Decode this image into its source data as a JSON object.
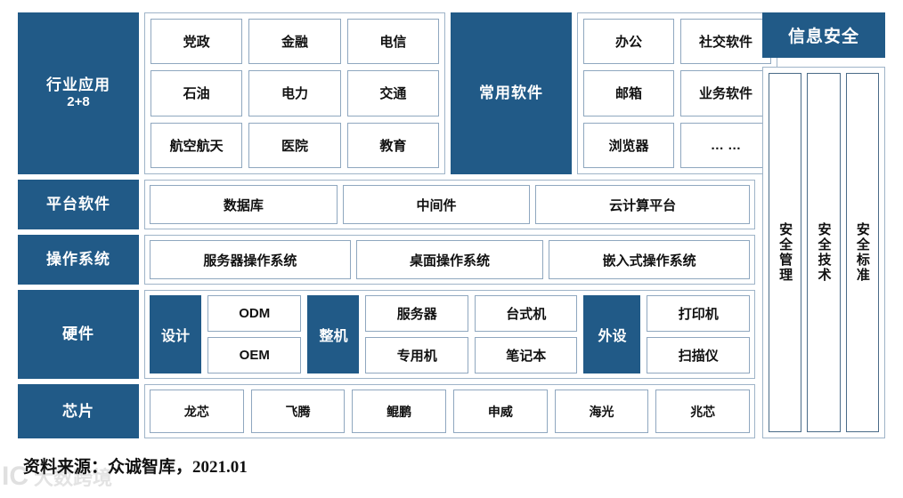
{
  "colors": {
    "brand_blue": "#215A87",
    "box_border": "#8FA7BF",
    "container_border": "#9FB4C8",
    "text_dark": "#111111",
    "watermark_gray": "#E0E0E0"
  },
  "rows": {
    "industry": {
      "label_line1": "行业应用",
      "label_line2": "2+8",
      "items": [
        "党政",
        "金融",
        "电信",
        "石油",
        "电力",
        "交通",
        "航空航天",
        "医院",
        "教育"
      ]
    },
    "software": {
      "label": "常用软件",
      "items": [
        "办公",
        "社交软件",
        "邮箱",
        "业务软件",
        "浏览器",
        "… …"
      ]
    },
    "platform": {
      "label": "平台软件",
      "items": [
        "数据库",
        "中间件",
        "云计算平台"
      ]
    },
    "os": {
      "label": "操作系统",
      "items": [
        "服务器操作系统",
        "桌面操作系统",
        "嵌入式操作系统"
      ]
    },
    "hardware": {
      "label": "硬件",
      "design": {
        "label": "设计",
        "items": [
          "ODM",
          "OEM"
        ]
      },
      "whole_machine": {
        "label": "整机",
        "group_a": [
          "服务器",
          "专用机"
        ],
        "group_b": [
          "台式机",
          "笔记本"
        ]
      },
      "peripheral": {
        "label": "外设",
        "items": [
          "打印机",
          "扫描仪"
        ]
      }
    },
    "chip": {
      "label": "芯片",
      "items": [
        "龙芯",
        "飞腾",
        "鲲鹏",
        "申威",
        "海光",
        "兆芯"
      ]
    }
  },
  "security": {
    "header": "信息安全",
    "columns": [
      "安全管理",
      "安全技术",
      "安全标准"
    ]
  },
  "footer": {
    "source": "资料来源：众诚智库，2021.01"
  },
  "watermark": {
    "mark": "IC",
    "text": "大数跨境"
  }
}
